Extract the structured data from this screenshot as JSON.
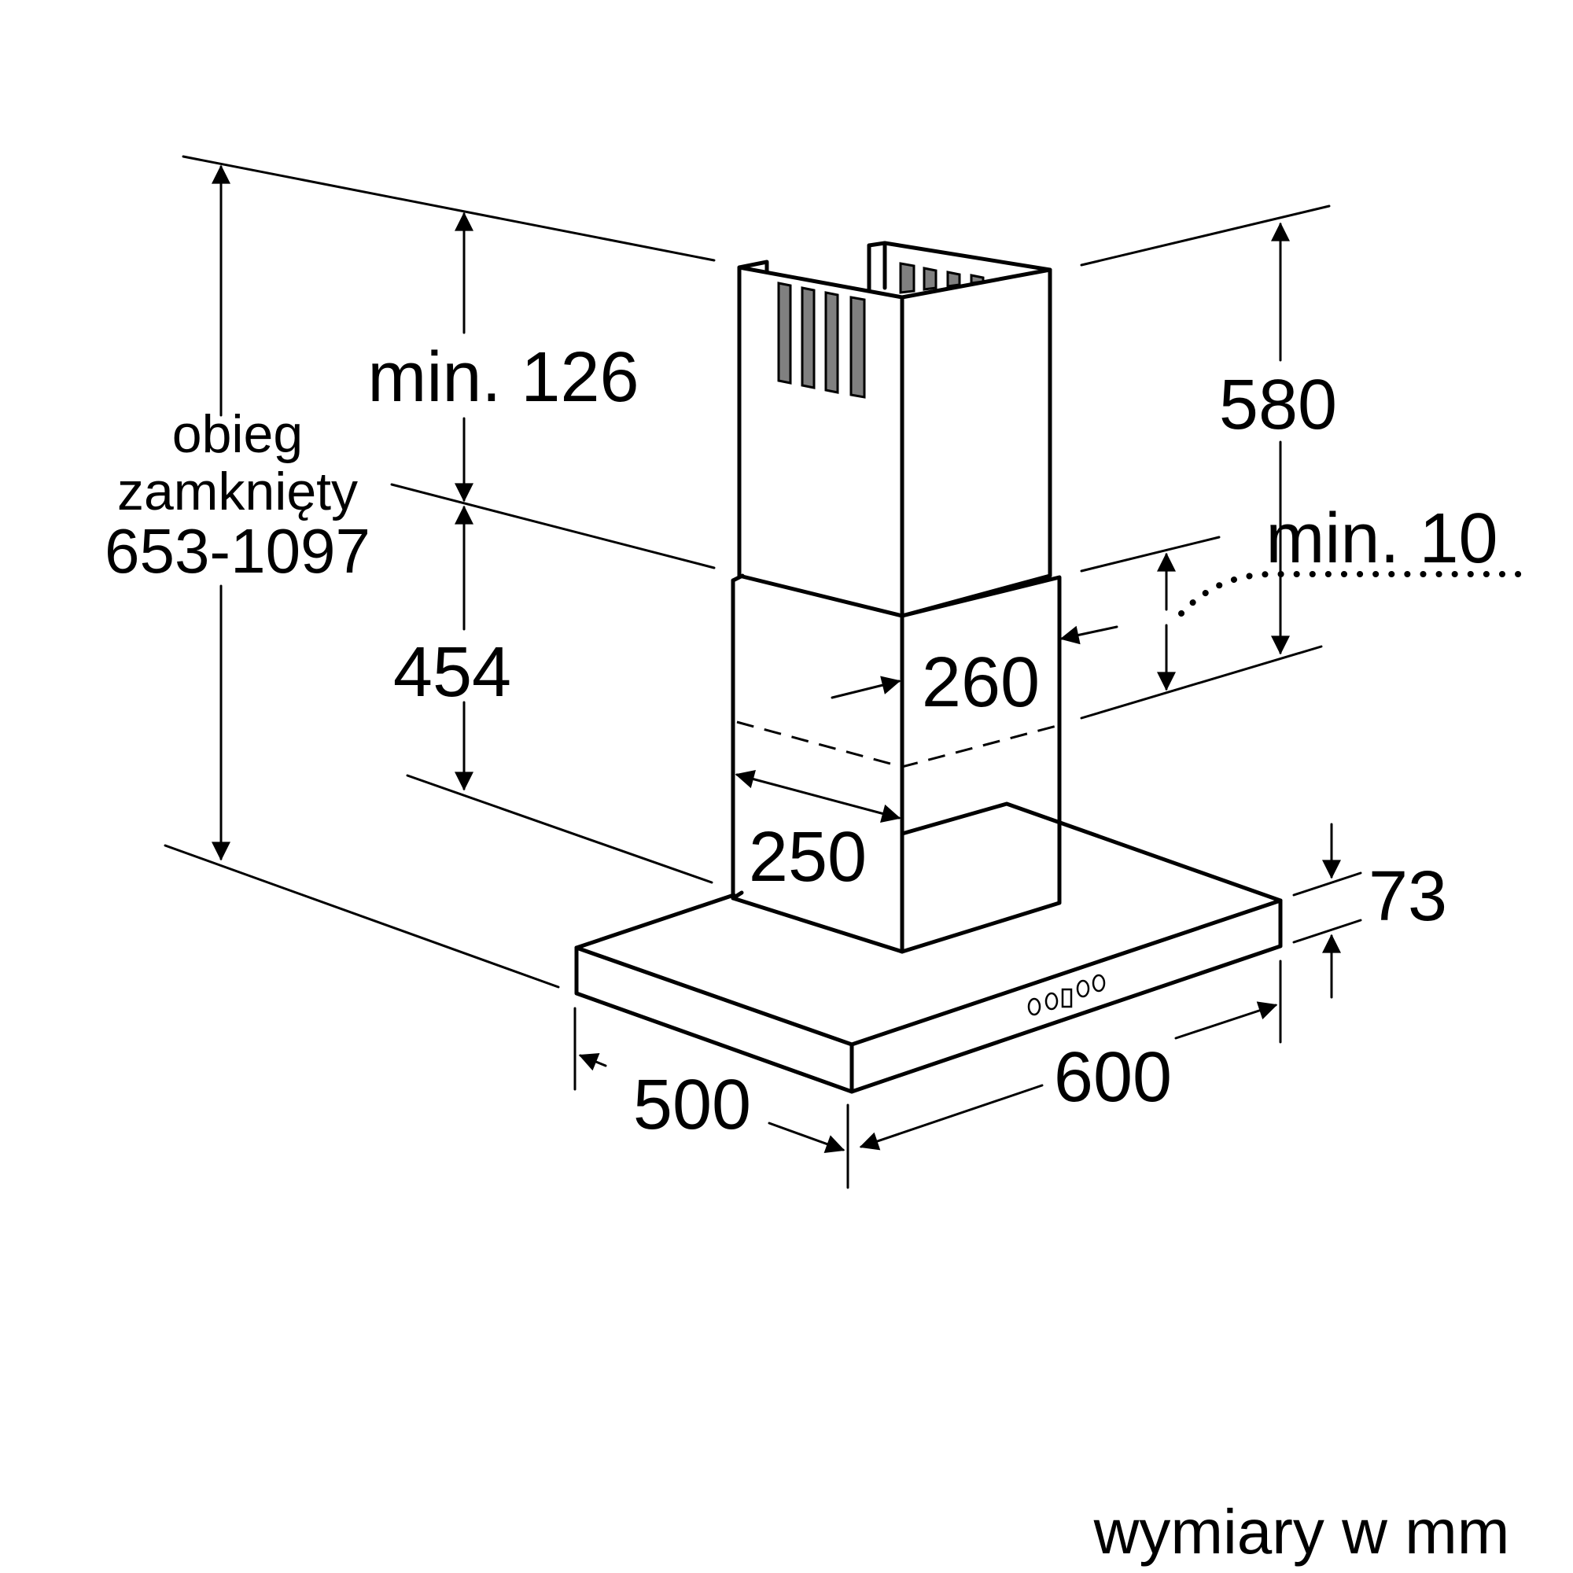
{
  "diagram": {
    "dim_min_126": "min. 126",
    "dim_580": "580",
    "dim_obieg_line1": "obieg",
    "dim_obieg_line2": "zamknięty",
    "dim_obieg_line3": "653-1097",
    "dim_min_10": "min. 10",
    "dim_454": "454",
    "dim_260": "260",
    "dim_250": "250",
    "dim_73": "73",
    "dim_600": "600",
    "dim_500": "500",
    "units_note": "wymiary w mm"
  }
}
